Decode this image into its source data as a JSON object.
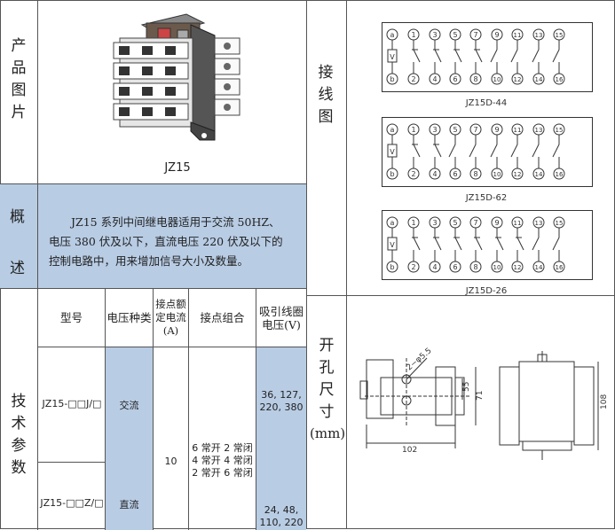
{
  "product": {
    "section_label": "产品图片",
    "caption": "JZ15"
  },
  "overview": {
    "section_label": "概述",
    "label_top": "概",
    "label_bottom": "述",
    "text_line1": "JZ15 系列中间继电器适用于交流 50HZ、",
    "text_line2": "电压 380 伏及以下，直流电压 220 伏及以下的",
    "text_line3": "控制电路中，用来增加信号大小及数量。"
  },
  "tech": {
    "section_label": "技术参数",
    "headers": {
      "model": "型号",
      "voltage_type": "电压种类",
      "rated_current": "接点额定电流(A)",
      "rated_current_l1": "接点额",
      "rated_current_l2": "定电流",
      "rated_current_l3": "(A)",
      "contacts": "接点组合",
      "coil_voltage_l1": "吸引线圈",
      "coil_voltage_l2": "电压(V)"
    },
    "rows": [
      {
        "model": "JZ15-□□J/□",
        "voltage_type": "交流",
        "coil_voltage_l1": "36, 127,",
        "coil_voltage_l2": "220, 380"
      },
      {
        "model": "JZ15-□□Z/□",
        "voltage_type": "直流",
        "coil_voltage_l1": "24, 48,",
        "coil_voltage_l2": "110, 220"
      }
    ],
    "rated_current": "10",
    "contacts": [
      "6 常开 2 常闭",
      "4 常开 4 常闭",
      "2 常开 6 常闭"
    ]
  },
  "wiring": {
    "section_label": "接线图",
    "diagrams": [
      {
        "caption": "JZ15D-44",
        "top": [
          "a",
          "1",
          "3",
          "5",
          "7",
          "9",
          "11",
          "13",
          "15"
        ],
        "bottom": [
          "b",
          "2",
          "4",
          "6",
          "8",
          "10",
          "12",
          "14",
          "16"
        ],
        "coil": "V",
        "nc_count": 4
      },
      {
        "caption": "JZ15D-62",
        "top": [
          "a",
          "1",
          "3",
          "5",
          "7",
          "9",
          "11",
          "13",
          "15"
        ],
        "bottom": [
          "b",
          "2",
          "4",
          "6",
          "8",
          "10",
          "12",
          "14",
          "16"
        ],
        "coil": "V",
        "nc_count": 2
      },
      {
        "caption": "JZ15D-26",
        "top": [
          "a",
          "1",
          "3",
          "5",
          "7",
          "9",
          "11",
          "13",
          "15"
        ],
        "bottom": [
          "b",
          "2",
          "4",
          "6",
          "8",
          "10",
          "12",
          "14",
          "16"
        ],
        "coil": "V",
        "nc_count": 6
      }
    ]
  },
  "mounting": {
    "section_label": "开孔尺寸(mm)",
    "label_chars": [
      "开",
      "孔",
      "尺",
      "寸"
    ],
    "label_unit": "(mm)",
    "dim_holes": "2−φ5.5",
    "dim_height_inner": "55",
    "dim_height_outer": "71",
    "dim_width": "102",
    "dim_height_side": "108"
  },
  "colors": {
    "section_fill": "#b8cce4",
    "border": "#333333"
  }
}
